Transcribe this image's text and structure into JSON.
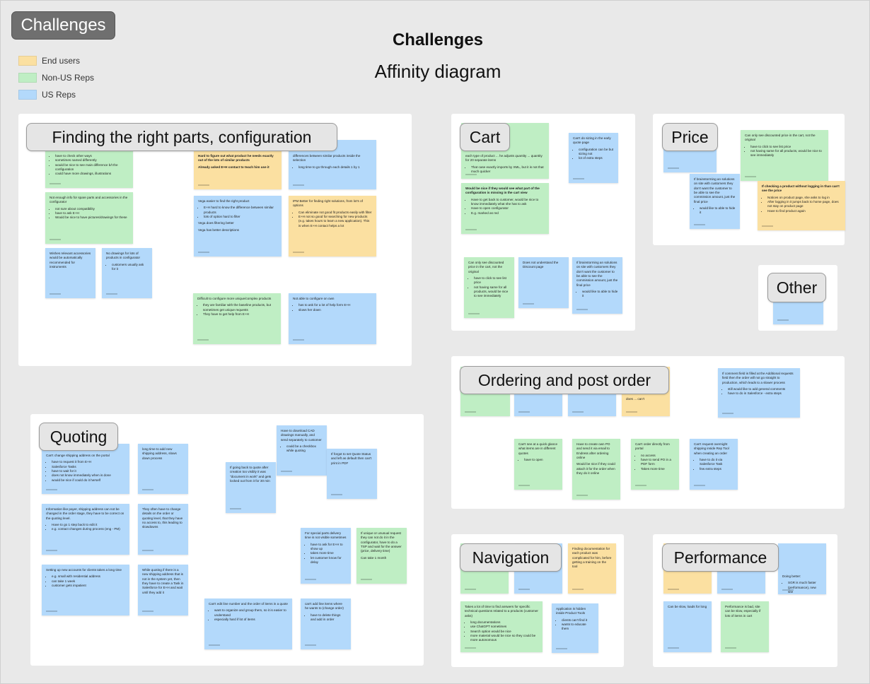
{
  "board_tag": "Challenges",
  "header": {
    "title": "Challenges",
    "subtitle": "Affinity diagram"
  },
  "legend": [
    {
      "label": "End users",
      "color": "#fbe0a1"
    },
    {
      "label": "Non-US Reps",
      "color": "#bfeec4"
    },
    {
      "label": "US Reps",
      "color": "#b3d9fb"
    }
  ],
  "sections": [
    {
      "label": "Finding the right parts, configuration",
      "stickies": [
        {
          "color": "green",
          "bullets": [
            "have to check other ways",
            "sometimes named differently",
            "would be nice to see main difference b/t the configuration",
            "could have more drawings, illustrations"
          ]
        },
        {
          "color": "green",
          "text": "Not enough info for spare parts and accessories in the configurator",
          "bullets": [
            "not sure about compatibility",
            "have to ask E+H",
            "Would be nice to have pictures/drawings for these"
          ]
        },
        {
          "color": "blue",
          "text": "Wishes relevant accessories would be automatically recommended for instruments"
        },
        {
          "color": "blue",
          "text": "No drawings for lots of products in configurator",
          "bullets": [
            "customers usually ask for it"
          ]
        },
        {
          "color": "yellow",
          "bold": true,
          "text": "Hard to figure out what product he needs exactly out of the lots of similar products",
          "extra": [
            "Already asked E+H contact to teach him use it"
          ]
        },
        {
          "color": "blue",
          "text": "differences between similar products inside the selection",
          "bullets": [
            "long time to go through each details 1 by 1"
          ]
        },
        {
          "color": "blue",
          "text": "Vega easier to find the right product",
          "bullets": [
            "E+H hard to know the difference between similar products",
            "lots of option hard to filter"
          ],
          "extra": [
            "Vega does filtering better",
            "Vega has better descriptions"
          ]
        },
        {
          "color": "yellow",
          "text": "IPM Better for finding right solutions, from lot's of options",
          "bullets": [
            "Can eliminate not good fit products easily with filter",
            "E+H not so good for searching for new products (e.g. takes hours to learn a new application). This is when E+H contact helps a lot"
          ]
        },
        {
          "color": "green",
          "text": "Difficult to configure more unique/complex products",
          "bullets": [
            "they are familiar with the baseline products, but sometimes get unique requests",
            "They have to get help from E+H"
          ]
        },
        {
          "color": "blue",
          "text": "Not able to configure on own",
          "bullets": [
            "has to ask for a lot of help form E+H",
            "slows her down"
          ]
        }
      ]
    },
    {
      "label": "Cart",
      "stickies": [
        {
          "color": "green",
          "text": "each type of product ... he adjusts quantity ... quantity for 20 separate items",
          "bullets": [
            "That case exactly imports by XML, but it is not that much quicker"
          ]
        },
        {
          "color": "green",
          "bold": true,
          "text": "Would be nice if they would see what part of the configuration is missing in the cart view",
          "bullets": [
            "Have to get back to customer, would be nice to know immediately what she has to ask",
            "Have to open configurator",
            "E.g. marked as red"
          ]
        },
        {
          "color": "blue",
          "text": "Can't do sizing in the early quote page",
          "bullets": [
            "configuration can be but sizing not",
            "lot of extra steps"
          ]
        },
        {
          "color": "green",
          "text": "Can only see discounted price in the cart, not the original",
          "bullets": [
            "have to click to see list price",
            "not having same for all products, would be nice to see immediately"
          ]
        },
        {
          "color": "blue",
          "text": "Does not understand the Discount page"
        },
        {
          "color": "blue",
          "text": "If brainstorming an solutions on site with customers they don't want the customer to be able to see the commission amount, just the final price",
          "bullets": [
            "would like to able to hide it"
          ]
        }
      ]
    },
    {
      "label": "Price",
      "stickies": [
        {
          "color": "blue"
        },
        {
          "color": "green",
          "text": "Can only see discounted price in the cart, not the original",
          "bullets": [
            "have to click to see list price",
            "not having same for all products, would be nice to see immediately"
          ]
        },
        {
          "color": "blue",
          "text": "If brainstorming an solutions on site with customers they don't want the customer to be able to see the commission amount, just the final price",
          "bullets": [
            "would like to able to hide it"
          ]
        },
        {
          "color": "yellow",
          "bold": true,
          "text": "If checking a product without logging in than can't see the price",
          "bullets": [
            "Notices on product page, she asks to log in",
            "After logging in it jumps back to home page, does not stay on product page",
            "Have to find product again"
          ]
        }
      ]
    },
    {
      "label": "Other",
      "stickies": [
        {
          "color": "blue"
        }
      ]
    },
    {
      "label": "Ordering and post order",
      "stickies": [
        {
          "color": "green"
        },
        {
          "color": "blue"
        },
        {
          "color": "blue"
        },
        {
          "color": "yellow",
          "text": "does ... can't"
        },
        {
          "color": "blue",
          "text": "If comment field is filled at the Additional requests field then the order will not go straight to production, which leads to a slower process",
          "bullets": [
            "still would like to add general comments",
            "have to do in Salesforce - extra steps"
          ]
        },
        {
          "color": "green",
          "text": "Can't see at a quick glance what items are in different quotes",
          "bullets": [
            "have to open"
          ]
        },
        {
          "color": "green",
          "text": "Have to create own PO and send it via email to Endress after ordering online",
          "extra": [
            "Would be nice if they could attach it for the order when they do it online"
          ]
        },
        {
          "color": "green",
          "text": "Can't order directly from portal",
          "bullets": [
            "no access",
            "have to send PO in a PDF form",
            "Takes more time"
          ]
        },
        {
          "color": "blue",
          "text": "Can't request overnight shipping inside Rep Tool when creating an order",
          "bullets": [
            "have to do it via Salesforce Task",
            "few extra steps"
          ]
        }
      ]
    },
    {
      "label": "Quoting",
      "stickies": [
        {
          "color": "blue",
          "text": "Can't change shipping address on the portal",
          "bullets": [
            "have to request it from E+H",
            "Salesforce Tasks",
            "have to wait for it",
            "does not know immediately when is done",
            "would be nice if could do it herself"
          ]
        },
        {
          "color": "blue",
          "text": "long time to add new shipping address, slows down process"
        },
        {
          "color": "blue",
          "text": "Information like payer, shipping address can not be changed in the order stage, they have to be correct on the quoting level.",
          "bullets": [
            "Have to go 1 step back to edit it",
            "e.g. contact changes during process (eng - PM)"
          ]
        },
        {
          "color": "blue",
          "text": "They often have to change details on the order or quoting level, that they have no access to, this leading to slowdowns"
        },
        {
          "color": "blue",
          "text": "Setting up new accounts for clients takes a long time",
          "bullets": [
            "e.g. small with residential address",
            "can take 1 week",
            "customer gets impatient"
          ]
        },
        {
          "color": "blue",
          "text": "While quoting if there is a new shipping address that is not in the system yet, then they have to create a Task in Salesforce for E+H and wait until they add it"
        },
        {
          "color": "blue",
          "text": "Have to download CAD drawings manually, and send separately to customer",
          "bullets": [
            "could be a checkbox while quoting"
          ]
        },
        {
          "color": "blue",
          "text": "If going back to quote after creation too visibly it was \"document in work\" and gets locked out from it for 30 min"
        },
        {
          "color": "blue",
          "text": "If forgot to set Quote Status and left as default then can't print in PDF"
        },
        {
          "color": "blue",
          "text": "For special parts delivery time is not visible sometimes",
          "bullets": [
            "have to ask for E+H to show up",
            "takes more time",
            "let customer know for delay"
          ]
        },
        {
          "color": "green",
          "text": "If unique or unusual request they can not do it in the configurator, have to do a TSP and wait for the answer (price, delivery time)",
          "extra": [
            "Can take 1 month"
          ]
        },
        {
          "color": "blue",
          "text": "Can't edit line number and the order of items in a quote",
          "bullets": [
            "want to organize and group them, so it is easier to understand",
            "especially hard if lot of items"
          ]
        },
        {
          "color": "blue",
          "text": "can't add line items where he wants to (change order)",
          "bullets": [
            "have to delete things and add in order"
          ]
        }
      ]
    },
    {
      "label": "Navigation",
      "stickies": [
        {
          "color": "green"
        },
        {
          "color": "blue"
        },
        {
          "color": "yellow",
          "text": "Finding documentation for each product was complicated for him, before getting a training on the tool"
        },
        {
          "color": "green",
          "text": "Takes a lot of time to find answers for specific technical questions related to a products (customer asks)",
          "bullets": [
            "long documentations",
            "use ChatGPT sometimes",
            "Search option would be nice",
            "more material would be nice so they could be more autonomous"
          ]
        },
        {
          "color": "blue",
          "text": "Application is hidden inside Product Tools",
          "bullets": [
            "clients can't find it",
            "wants to educate them"
          ]
        }
      ]
    },
    {
      "label": "Performance",
      "stickies": [
        {
          "color": "yellow"
        },
        {
          "color": "blue"
        },
        {
          "color": "blue",
          "text": "Doing better:",
          "bullets": [
            "SGR is much faster (performance), new site"
          ]
        },
        {
          "color": "blue",
          "text": "Can be slow, loads for long"
        },
        {
          "color": "green",
          "text": "Performance is bad, site can be slow, especially if lots of items in cart"
        }
      ]
    }
  ]
}
